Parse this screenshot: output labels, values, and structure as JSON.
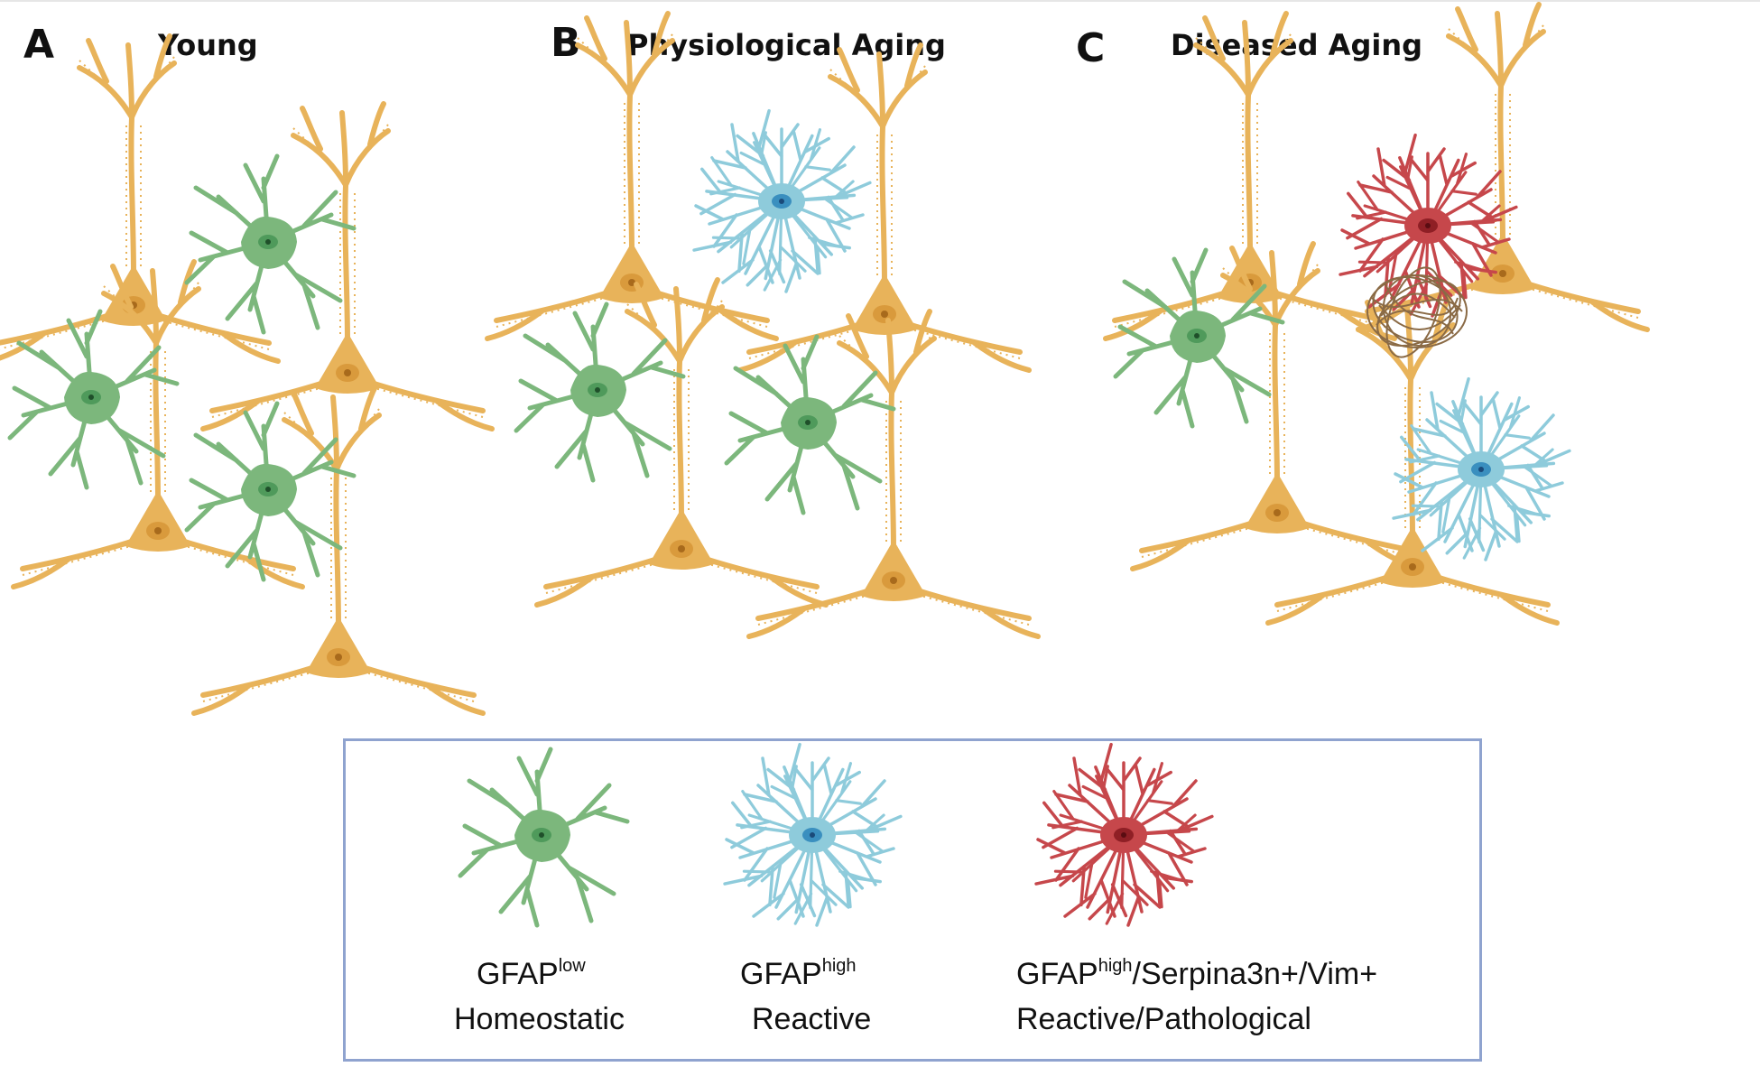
{
  "panels": [
    {
      "letter": "A",
      "title": "Young"
    },
    {
      "letter": "B",
      "title": "Physiological Aging"
    },
    {
      "letter": "C",
      "title": "Diseased Aging"
    }
  ],
  "legend": [
    {
      "marker": "GFAP",
      "sup": "low",
      "after": "",
      "state": "Homeostatic"
    },
    {
      "marker": "GFAP",
      "sup": "high",
      "after": "",
      "state": "Reactive"
    },
    {
      "marker": "GFAP",
      "sup": "high",
      "after": "/Serpina3n+/Vim+",
      "state": "Reactive/Pathological"
    }
  ],
  "colors": {
    "neuron": "#e8b35a",
    "neuron_nucleus": "#d99a3c",
    "homeostatic_astrocyte": "#7cb77c",
    "reactive_astrocyte": "#8ecbdb",
    "pathological_astrocyte": "#c6474b",
    "tangle": "#8a6a45",
    "legend_border": "#8fa3cf"
  },
  "icons": [
    "neuron-icon",
    "homeostatic-astrocyte-icon",
    "reactive-astrocyte-icon",
    "pathological-astrocyte-icon",
    "neurofibrillary-tangle-icon"
  ]
}
